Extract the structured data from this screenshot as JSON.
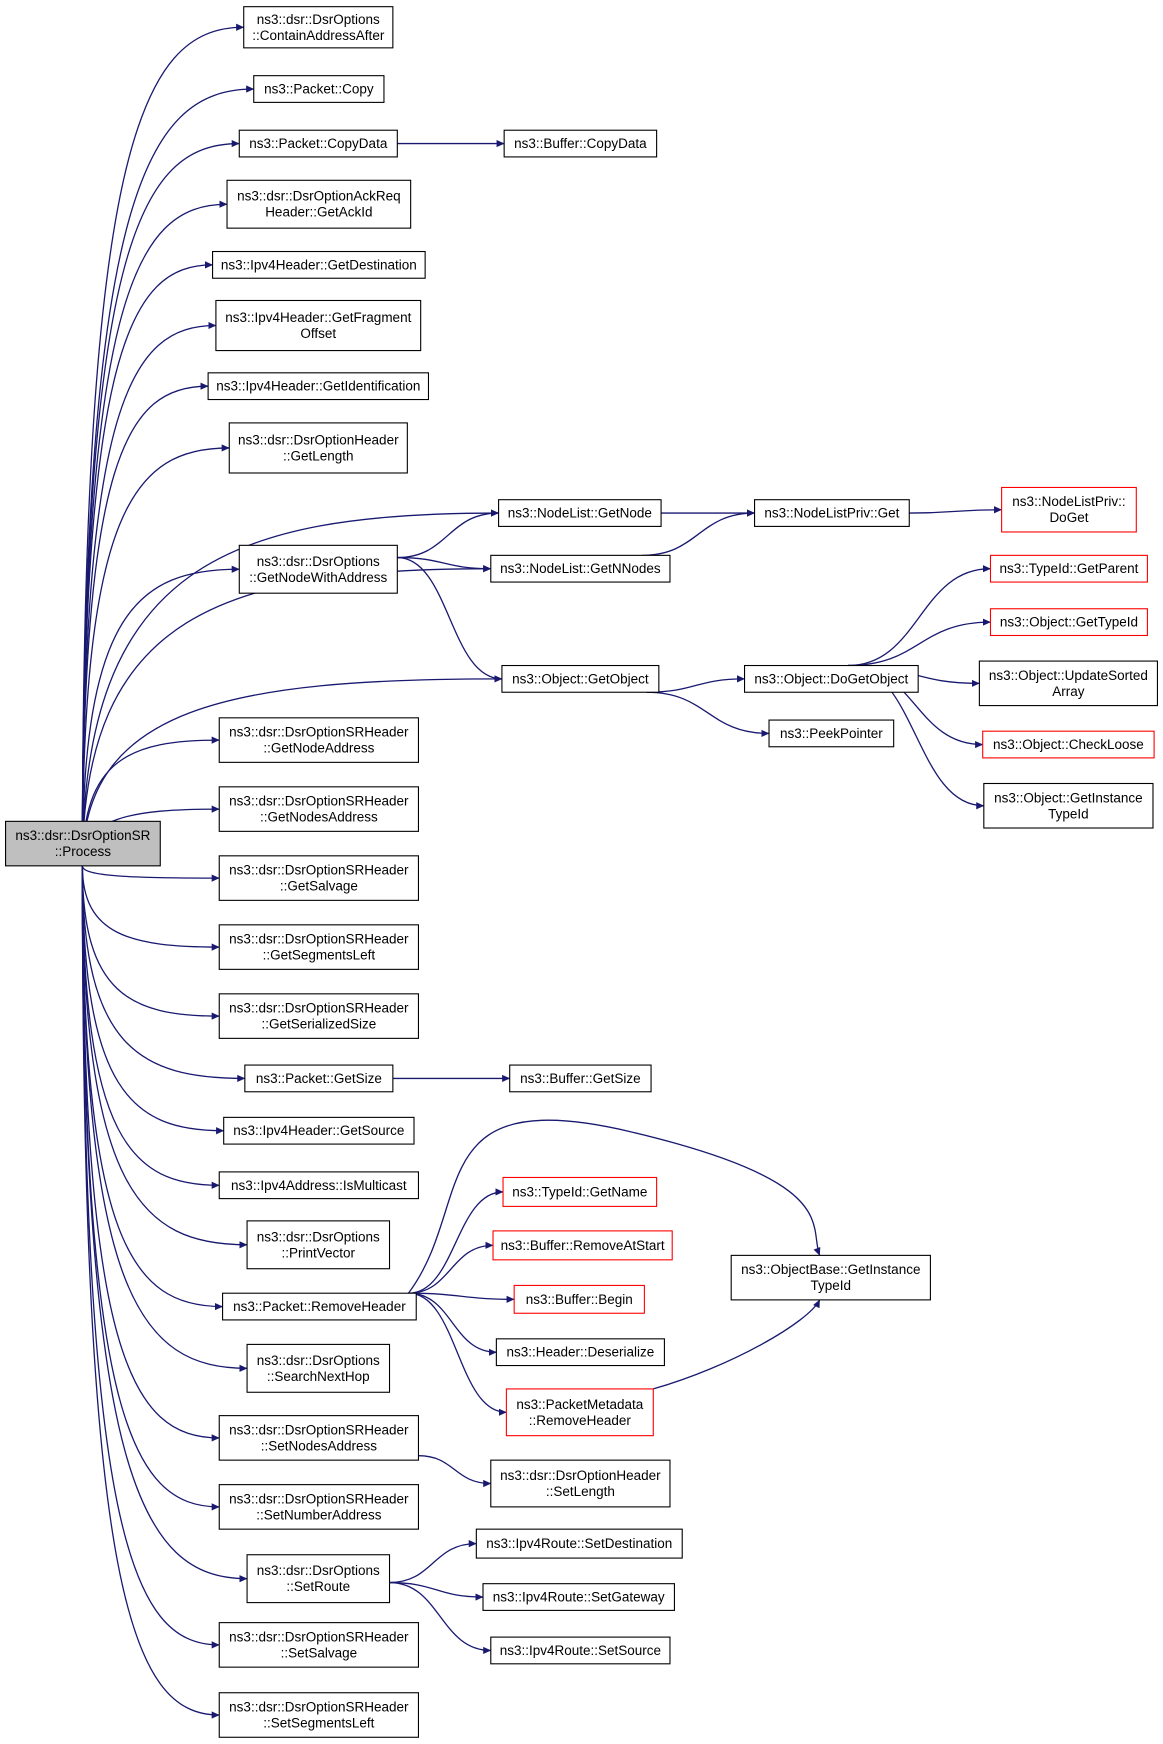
{
  "colors": {
    "edge": "#191970",
    "root_fill": "#bfbfbf",
    "truncated_border": "#ff0000",
    "border": "#000000"
  },
  "nodes": [
    {
      "id": "process",
      "lines": [
        "ns3::dsr::DsrOptionSR",
        "::Process"
      ],
      "root": true
    },
    {
      "id": "contain",
      "lines": [
        "ns3::dsr::DsrOptions",
        "::ContainAddressAfter"
      ]
    },
    {
      "id": "pcopy",
      "lines": [
        "ns3::Packet::Copy"
      ]
    },
    {
      "id": "pcopydata",
      "lines": [
        "ns3::Packet::CopyData"
      ]
    },
    {
      "id": "bcopydata",
      "lines": [
        "ns3::Buffer::CopyData"
      ]
    },
    {
      "id": "getackid",
      "lines": [
        "ns3::dsr::DsrOptionAckReq",
        "Header::GetAckId"
      ]
    },
    {
      "id": "getdest",
      "lines": [
        "ns3::Ipv4Header::GetDestination"
      ]
    },
    {
      "id": "getfrag",
      "lines": [
        "ns3::Ipv4Header::GetFragment",
        "Offset"
      ]
    },
    {
      "id": "getident",
      "lines": [
        "ns3::Ipv4Header::GetIdentification"
      ]
    },
    {
      "id": "getlength",
      "lines": [
        "ns3::dsr::DsrOptionHeader",
        "::GetLength"
      ]
    },
    {
      "id": "nlgetnode",
      "lines": [
        "ns3::NodeList::GetNode"
      ]
    },
    {
      "id": "nlpget",
      "lines": [
        "ns3::NodeListPriv::Get"
      ]
    },
    {
      "id": "nlpdoget",
      "lines": [
        "ns3::NodeListPriv::",
        "DoGet"
      ],
      "red": true
    },
    {
      "id": "getnodewith",
      "lines": [
        "ns3::dsr::DsrOptions",
        "::GetNodeWithAddress"
      ]
    },
    {
      "id": "nlgetn",
      "lines": [
        "ns3::NodeList::GetNNodes"
      ]
    },
    {
      "id": "tidgetparent",
      "lines": [
        "ns3::TypeId::GetParent"
      ],
      "red": true
    },
    {
      "id": "objgettypeid",
      "lines": [
        "ns3::Object::GetTypeId"
      ],
      "red": true
    },
    {
      "id": "objgetobject",
      "lines": [
        "ns3::Object::GetObject"
      ]
    },
    {
      "id": "objdoget",
      "lines": [
        "ns3::Object::DoGetObject"
      ]
    },
    {
      "id": "objupdsorted",
      "lines": [
        "ns3::Object::UpdateSorted",
        "Array"
      ]
    },
    {
      "id": "peekptr",
      "lines": [
        "ns3::PeekPointer"
      ]
    },
    {
      "id": "checkloose",
      "lines": [
        "ns3::Object::CheckLoose"
      ],
      "red": true
    },
    {
      "id": "objgetinst",
      "lines": [
        "ns3::Object::GetInstance",
        "TypeId"
      ]
    },
    {
      "id": "getnodeaddr",
      "lines": [
        "ns3::dsr::DsrOptionSRHeader",
        "::GetNodeAddress"
      ]
    },
    {
      "id": "getnodesaddr",
      "lines": [
        "ns3::dsr::DsrOptionSRHeader",
        "::GetNodesAddress"
      ]
    },
    {
      "id": "getsalvage",
      "lines": [
        "ns3::dsr::DsrOptionSRHeader",
        "::GetSalvage"
      ]
    },
    {
      "id": "getsegleft",
      "lines": [
        "ns3::dsr::DsrOptionSRHeader",
        "::GetSegmentsLeft"
      ]
    },
    {
      "id": "getsersize",
      "lines": [
        "ns3::dsr::DsrOptionSRHeader",
        "::GetSerializedSize"
      ]
    },
    {
      "id": "pgetsize",
      "lines": [
        "ns3::Packet::GetSize"
      ]
    },
    {
      "id": "bgetsize",
      "lines": [
        "ns3::Buffer::GetSize"
      ]
    },
    {
      "id": "getsource",
      "lines": [
        "ns3::Ipv4Header::GetSource"
      ]
    },
    {
      "id": "ismulticast",
      "lines": [
        "ns3::Ipv4Address::IsMulticast"
      ]
    },
    {
      "id": "tidgetname",
      "lines": [
        "ns3::TypeId::GetName"
      ],
      "red": true
    },
    {
      "id": "printvector",
      "lines": [
        "ns3::dsr::DsrOptions",
        "::PrintVector"
      ]
    },
    {
      "id": "bremoveatstart",
      "lines": [
        "ns3::Buffer::RemoveAtStart"
      ],
      "red": true
    },
    {
      "id": "obgetinst",
      "lines": [
        "ns3::ObjectBase::GetInstance",
        "TypeId"
      ]
    },
    {
      "id": "bbegin",
      "lines": [
        "ns3::Buffer::Begin"
      ],
      "red": true
    },
    {
      "id": "premoveheader",
      "lines": [
        "ns3::Packet::RemoveHeader"
      ]
    },
    {
      "id": "hdeserialize",
      "lines": [
        "ns3::Header::Deserialize"
      ]
    },
    {
      "id": "searchnext",
      "lines": [
        "ns3::dsr::DsrOptions",
        "::SearchNextHop"
      ]
    },
    {
      "id": "pmremoveheader",
      "lines": [
        "ns3::PacketMetadata",
        "::RemoveHeader"
      ],
      "red": true
    },
    {
      "id": "setnodesaddr",
      "lines": [
        "ns3::dsr::DsrOptionSRHeader",
        "::SetNodesAddress"
      ]
    },
    {
      "id": "setlength",
      "lines": [
        "ns3::dsr::DsrOptionHeader",
        "::SetLength"
      ]
    },
    {
      "id": "setnumaddr",
      "lines": [
        "ns3::dsr::DsrOptionSRHeader",
        "::SetNumberAddress"
      ]
    },
    {
      "id": "routesetdest",
      "lines": [
        "ns3::Ipv4Route::SetDestination"
      ]
    },
    {
      "id": "setroute",
      "lines": [
        "ns3::dsr::DsrOptions",
        "::SetRoute"
      ]
    },
    {
      "id": "routesetgw",
      "lines": [
        "ns3::Ipv4Route::SetGateway"
      ]
    },
    {
      "id": "routesetsrc",
      "lines": [
        "ns3::Ipv4Route::SetSource"
      ]
    },
    {
      "id": "setsalvage",
      "lines": [
        "ns3::dsr::DsrOptionSRHeader",
        "::SetSalvage"
      ]
    },
    {
      "id": "setsegleft",
      "lines": [
        "ns3::dsr::DsrOptionSRHeader",
        "::SetSegmentsLeft"
      ]
    }
  ],
  "edges": [
    [
      "process",
      "contain"
    ],
    [
      "process",
      "pcopy"
    ],
    [
      "process",
      "pcopydata"
    ],
    [
      "pcopydata",
      "bcopydata"
    ],
    [
      "process",
      "getackid"
    ],
    [
      "process",
      "getdest"
    ],
    [
      "process",
      "getfrag"
    ],
    [
      "process",
      "getident"
    ],
    [
      "process",
      "getlength"
    ],
    [
      "process",
      "nlgetnode"
    ],
    [
      "process",
      "getnodewith"
    ],
    [
      "process",
      "nlgetn"
    ],
    [
      "process",
      "objgetobject"
    ],
    [
      "getnodewith",
      "nlgetnode"
    ],
    [
      "getnodewith",
      "nlgetn"
    ],
    [
      "getnodewith",
      "objgetobject"
    ],
    [
      "nlgetnode",
      "nlpget"
    ],
    [
      "nlgetn",
      "nlpget"
    ],
    [
      "nlpget",
      "nlpdoget"
    ],
    [
      "objgetobject",
      "objdoget"
    ],
    [
      "objgetobject",
      "peekptr"
    ],
    [
      "objdoget",
      "tidgetparent"
    ],
    [
      "objdoget",
      "objgettypeid"
    ],
    [
      "objdoget",
      "objupdsorted"
    ],
    [
      "objdoget",
      "checkloose"
    ],
    [
      "objdoget",
      "objgetinst"
    ],
    [
      "process",
      "getnodeaddr"
    ],
    [
      "process",
      "getnodesaddr"
    ],
    [
      "process",
      "getsalvage"
    ],
    [
      "process",
      "getsegleft"
    ],
    [
      "process",
      "getsersize"
    ],
    [
      "process",
      "pgetsize"
    ],
    [
      "pgetsize",
      "bgetsize"
    ],
    [
      "process",
      "getsource"
    ],
    [
      "process",
      "ismulticast"
    ],
    [
      "process",
      "printvector"
    ],
    [
      "process",
      "premoveheader"
    ],
    [
      "premoveheader",
      "tidgetname"
    ],
    [
      "premoveheader",
      "bremoveatstart"
    ],
    [
      "premoveheader",
      "bbegin"
    ],
    [
      "premoveheader",
      "hdeserialize"
    ],
    [
      "premoveheader",
      "pmremoveheader"
    ],
    [
      "premoveheader",
      "obgetinst"
    ],
    [
      "pmremoveheader",
      "obgetinst"
    ],
    [
      "process",
      "searchnext"
    ],
    [
      "process",
      "setnodesaddr"
    ],
    [
      "setnodesaddr",
      "setlength"
    ],
    [
      "process",
      "setnumaddr"
    ],
    [
      "process",
      "setroute"
    ],
    [
      "setroute",
      "routesetdest"
    ],
    [
      "setroute",
      "routesetgw"
    ],
    [
      "setroute",
      "routesetsrc"
    ],
    [
      "process",
      "setsalvage"
    ],
    [
      "process",
      "setsegleft"
    ]
  ]
}
